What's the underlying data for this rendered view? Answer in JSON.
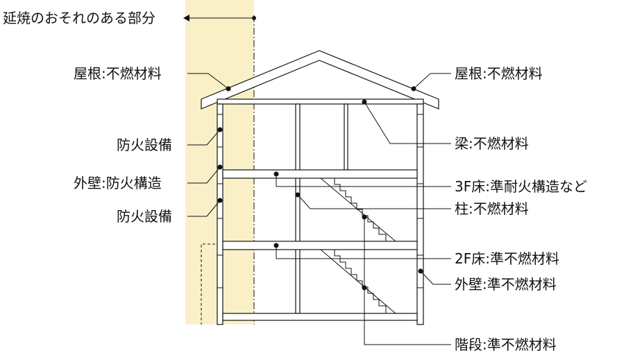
{
  "colors": {
    "fire_zone": "#faf0c8",
    "ink": "#111111",
    "background": "#ffffff"
  },
  "labels": {
    "fire_spread_zone": "延焼のおそれのある部分",
    "roof_left": "屋根:不燃材料",
    "roof_right": "屋根:不燃材料",
    "fire_equipment_upper": "防火設備",
    "exterior_wall_fireproof": "外壁:防火構造",
    "fire_equipment_lower": "防火設備",
    "beam": "梁:不燃材料",
    "floor_3f": "3F床:準耐火構造など",
    "column": "柱:不燃材料",
    "floor_2f": "2F床:準不燃材料",
    "exterior_wall_semi": "外壁:準不燃材料",
    "stairs": "階段:準不燃材料"
  }
}
